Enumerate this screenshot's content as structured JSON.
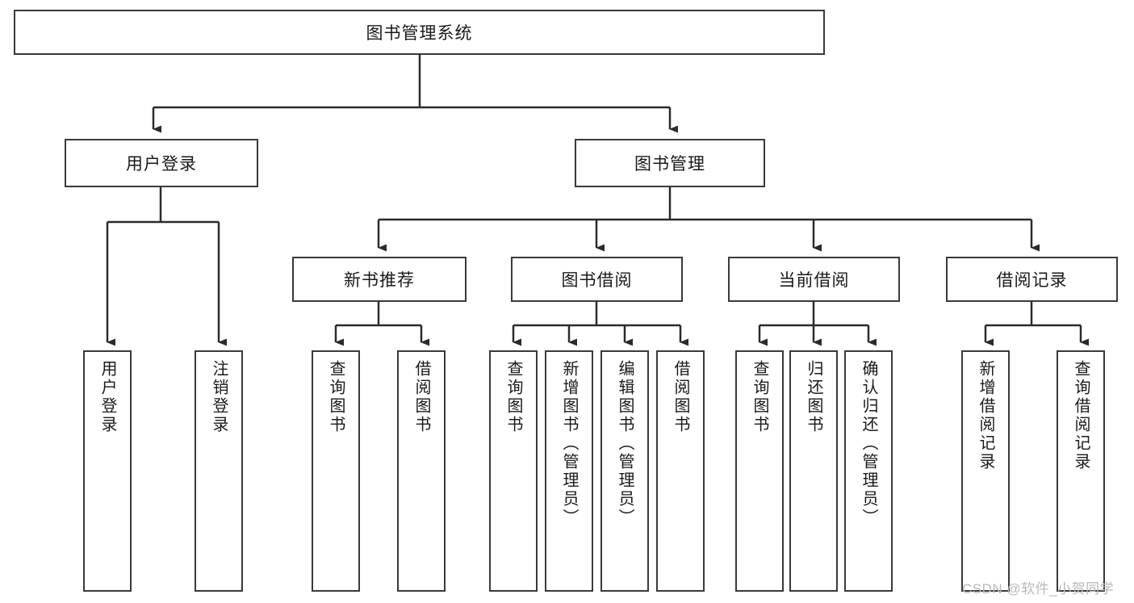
{
  "diagram": {
    "title": "图书管理系统",
    "type": "tree",
    "root": {
      "label": "图书管理系统"
    },
    "level1": [
      {
        "label": "用户登录"
      },
      {
        "label": "图书管理"
      }
    ],
    "level2": [
      {
        "label": "新书推荐",
        "parent": "图书管理"
      },
      {
        "label": "图书借阅",
        "parent": "图书管理"
      },
      {
        "label": "当前借阅",
        "parent": "图书管理"
      },
      {
        "label": "借阅记录",
        "parent": "图书管理"
      }
    ],
    "leaves": {
      "user_login": [
        {
          "label": "用户登录"
        },
        {
          "label": "注销登录"
        }
      ],
      "new_book_recommend": [
        {
          "label": "查询图书"
        },
        {
          "label": "借阅图书"
        }
      ],
      "book_borrow": [
        {
          "label": "查询图书"
        },
        {
          "label": "新增图书（管理员）"
        },
        {
          "label": "编辑图书（管理员）"
        },
        {
          "label": "借阅图书"
        }
      ],
      "current_borrow": [
        {
          "label": "查询图书"
        },
        {
          "label": "归还图书"
        },
        {
          "label": "确认归还（管理员）"
        }
      ],
      "borrow_record": [
        {
          "label": "新增借阅记录"
        },
        {
          "label": "查询借阅记录"
        }
      ]
    }
  },
  "watermark": {
    "text": "CSDN @软件_小贺同学"
  },
  "colors": {
    "border": "#3a3a3a",
    "background": "#ffffff",
    "text": "#1a1a1a",
    "watermark": "#b9b9b9"
  }
}
